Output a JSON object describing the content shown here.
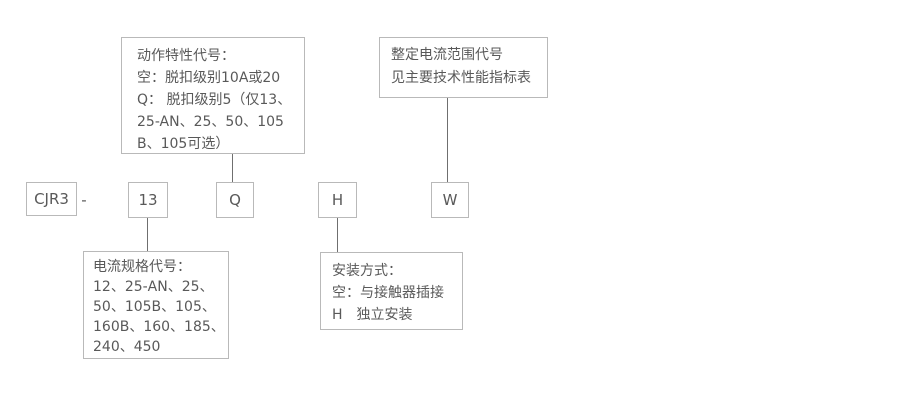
{
  "colors": {
    "background": "#ffffff",
    "box_border": "#b9b9b9",
    "connector_line": "#6f6f6f",
    "text": "#595959"
  },
  "model_code": {
    "prefix": "CJR3",
    "separator": "-",
    "current_spec": "13",
    "action_characteristic": "Q",
    "mounting": "H",
    "current_range": "W"
  },
  "callouts": {
    "action_characteristic": {
      "lines": {
        "0": "动作特性代号：",
        "1": "空：脱扣级别10A或20",
        "2": "Q： 脱扣级别5（仅13、",
        "3": "25-AN、25、50、105",
        "4": "B、105可选）"
      }
    },
    "current_range": {
      "lines": {
        "0": "整定电流范围代号",
        "1": "见主要技术性能指标表"
      }
    },
    "current_spec": {
      "lines": {
        "0": "电流规格代号：",
        "1": "12、25-AN、25、",
        "2": "50、105B、105、",
        "3": "160B、160、185、",
        "4": "240、450"
      }
    },
    "mounting": {
      "lines": {
        "0": "安装方式：",
        "1": "空：与接触器插接",
        "2": "H　独立安装"
      }
    }
  }
}
